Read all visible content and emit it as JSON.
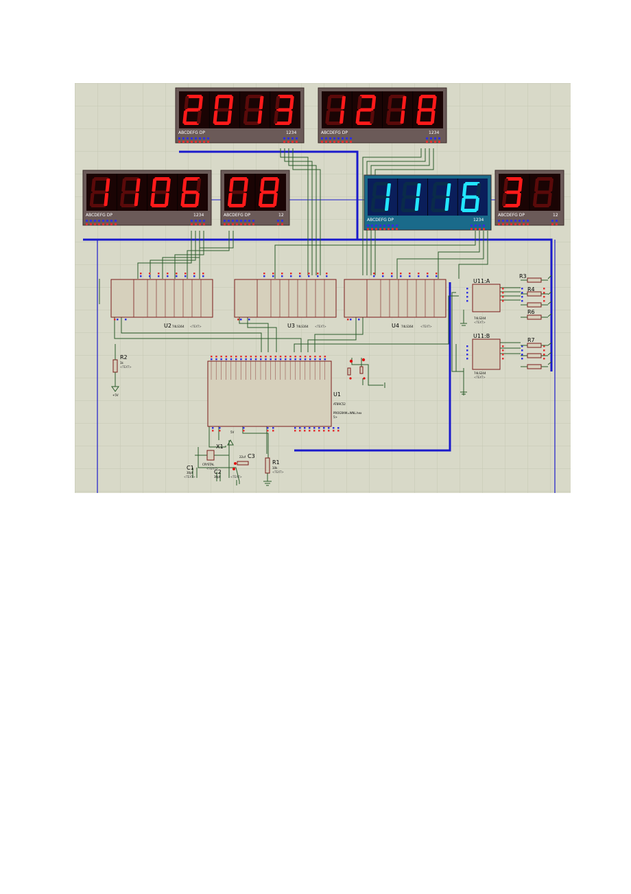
{
  "displays": [
    {
      "id": "disp-year",
      "digits": "2013",
      "labels": "ABCDEFG  DP",
      "pins": "1234",
      "theme": "red"
    },
    {
      "id": "disp-date",
      "digits": "1218",
      "labels": "ABCDEFG  DP",
      "pins": "1234",
      "theme": "red"
    },
    {
      "id": "disp-time",
      "digits": "1106",
      "labels": "ABCDEFG  DP",
      "pins": "1234",
      "theme": "red"
    },
    {
      "id": "disp-sec",
      "digits": "08",
      "labels": "ABCDEFG  DP",
      "pins": "12",
      "theme": "red"
    },
    {
      "id": "disp-alarm",
      "digits": "1116",
      "labels": "ABCDEFG  DP",
      "pins": "1234",
      "theme": "cyan"
    },
    {
      "id": "disp-week",
      "digits": "3 ",
      "labels": "ABCDEFG  DP",
      "pins": "12",
      "theme": "red"
    }
  ],
  "latches": [
    {
      "ref": "U2",
      "part": "74LS164",
      "text": "<TEXT>"
    },
    {
      "ref": "U3",
      "part": "74LS164",
      "text": "<TEXT>"
    },
    {
      "ref": "U4",
      "part": "74LS164",
      "text": "<TEXT>"
    }
  ],
  "mcu": {
    "ref": "U1",
    "part": "AT89C52",
    "program": "PROGRAM=WNL.hex",
    "text": "5>"
  },
  "buffers": [
    {
      "ref": "U11:A",
      "part": "74LS244",
      "text": "<TEXT>"
    },
    {
      "ref": "U11:B",
      "part": "74LS244",
      "text": "<TEXT>"
    }
  ],
  "resistors": {
    "r2": "R2",
    "r2_val": "1k",
    "r2_text": "<TEXT>",
    "r1": "R1",
    "r1_val": "10k",
    "r1_text": "<TEXT>",
    "r3": "R3",
    "r4": "R4",
    "r6": "R6",
    "r7": "R7"
  },
  "crystal": {
    "ref": "X1",
    "part": "CRYSTAL",
    "text": "<TEXT>"
  },
  "caps": {
    "c1": "C1",
    "c1_val": "30pf",
    "c2": "C2",
    "c2_val": "30pf",
    "c3": "C3",
    "c3_val": "22uf",
    "text": "<TEXT>"
  },
  "power": {
    "plus5": "+5V",
    "vcc": "5V"
  },
  "colors": {
    "background": "#d8d9c8",
    "grid": "#c4c6b2",
    "chip": "#d6d0bc",
    "chipBorder": "#7a1a1a",
    "wire": "#2a5a2a",
    "bus": "#1a1acc",
    "dispFrame": "#6b5a58",
    "dispFace": "#1a0404",
    "dispFrameCyan": "#1a6a8a",
    "dispFaceCyan": "#0a1e5a"
  }
}
